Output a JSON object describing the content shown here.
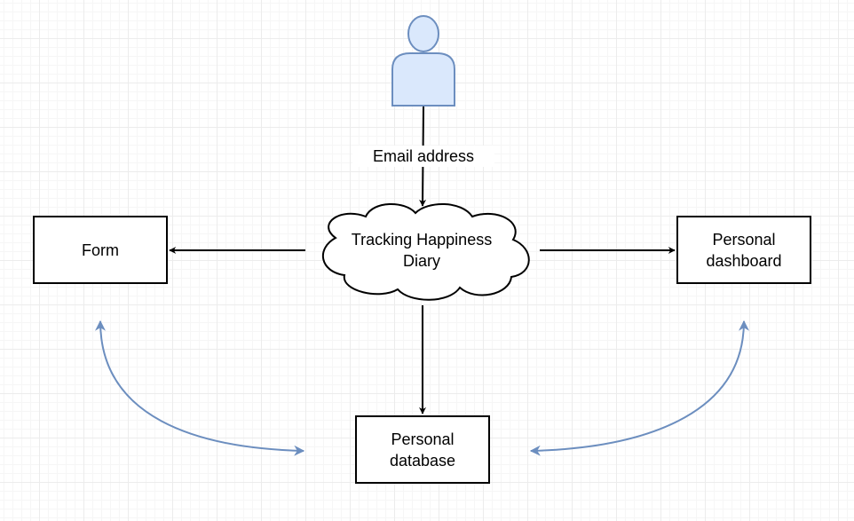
{
  "diagram": {
    "actor": {
      "icon": "user-icon"
    },
    "edge_label": "Email address",
    "cloud": {
      "label": "Tracking Happiness\nDiary"
    },
    "nodes": {
      "form": "Form",
      "dashboard": "Personal\ndashboard",
      "database": "Personal\ndatabase"
    },
    "colors": {
      "actor_fill": "#dae8fc",
      "actor_stroke": "#6c8ebf",
      "curve_stroke": "#6c8ebf",
      "line": "#000000"
    }
  }
}
